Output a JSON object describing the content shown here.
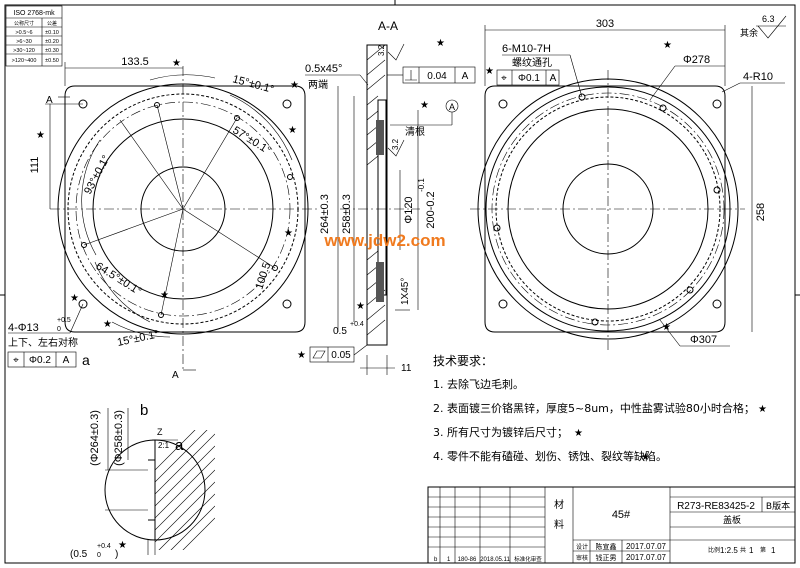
{
  "watermark": "www.jdw2.com",
  "tolerance_table": {
    "title": "ISO 2768-mk",
    "header": [
      "公称尺寸",
      "公差"
    ],
    "rows": [
      [
        ">0.5~6",
        "±0.10"
      ],
      [
        ">6~30",
        "±0.20"
      ],
      [
        ">30~120",
        "±0.30"
      ],
      [
        ">120~400",
        "±0.50"
      ]
    ]
  },
  "front_view": {
    "dim_133_5": "133.5",
    "dim_111": "111",
    "angle_15_top": "15°±0.1°",
    "angle_57": "57°±0.1°",
    "angle_93": "93°±0.1°",
    "angle_64_5": "64.5°±0.1°",
    "angle_15_bottom": "15°±0.1°",
    "radius_100_5": "100.5",
    "holes": "4-Φ13",
    "holes_tol": "+0.5",
    "holes_tol_low": "0",
    "note_symmetric": "上下、左右对称",
    "fcf_symbol": "⌖",
    "fcf_value": "Φ0.2",
    "fcf_datum": "A",
    "section_mark": "A"
  },
  "section_view": {
    "title": "A-A",
    "chamfer_top": "0.5x45°",
    "note_both_ends": "两端",
    "finish_3_2_top": "3.2",
    "perp_value": "0.04",
    "perp_datum": "A",
    "note_clear_root": "清根",
    "datum_a": "A",
    "finish_3_2_mid": "3.2",
    "dim_264": "264±0.3",
    "dim_258": "258±0.3",
    "dim_120": "Φ120",
    "dim_200": "200-0.2",
    "dim_200_upper": "-0.1",
    "chamfer_1x45": "1X45°",
    "dim_0_5": "0.5",
    "dim_0_5_tol": "+0.4",
    "dim_11": "11",
    "flat_value": "0.05"
  },
  "right_view": {
    "dim_303": "303",
    "threads": "6-M10-7H",
    "note_thread": "螺纹通孔",
    "pos_value": "Φ0.1",
    "pos_datum": "A",
    "dim_278": "Φ278",
    "corner_radius": "4-R10",
    "dim_258": "258",
    "dim_307": "Φ307",
    "finish_rest": "6.3",
    "note_rest": "其余"
  },
  "detail_b": {
    "label": "b",
    "dim_264": "(Φ264±0.3)",
    "dim_258": "(Φ258±0.3)",
    "scale": "2:1",
    "label_a": "a",
    "label_z": "Z",
    "dim_0_5": "(0.5",
    "dim_0_5_tol": "+0.4",
    "dim_0_5_tol_low": "0",
    "close_paren": ")"
  },
  "tech_requirements": {
    "title": "技术要求：",
    "items": [
      "1. 去除飞边毛刺。",
      "2. 表面镀三价铬黑锌，厚度5~8um，中性盐雾试验80小时合格；",
      "3. 所有尺寸为镀锌后尺寸；",
      "4. 零件不能有磕碰、划伤、锈蚀、裂纹等缺陷。"
    ]
  },
  "title_block": {
    "material_label_1": "材",
    "material_label_2": "料",
    "material": "45#",
    "drawing_number": "R273-RE83425-2",
    "version": "B版本",
    "part_name": "盖板",
    "design_label": "设计",
    "review_label": "审核",
    "designer": "陈宣鑫",
    "reviewer": "钱正男",
    "date_design": "2017.07.07",
    "date_review": "2017.07.07",
    "scale_label": "比例",
    "scale": "1:2.5",
    "sheet_label": "共",
    "sheet": "1",
    "sheet_of": "第",
    "sheet_num": "1",
    "rev_b": "b",
    "rev_1": "1",
    "rev_code": "180-86",
    "rev_date": "2018.05.11",
    "rev_note": "标准化审查"
  },
  "star_symbol": "★"
}
